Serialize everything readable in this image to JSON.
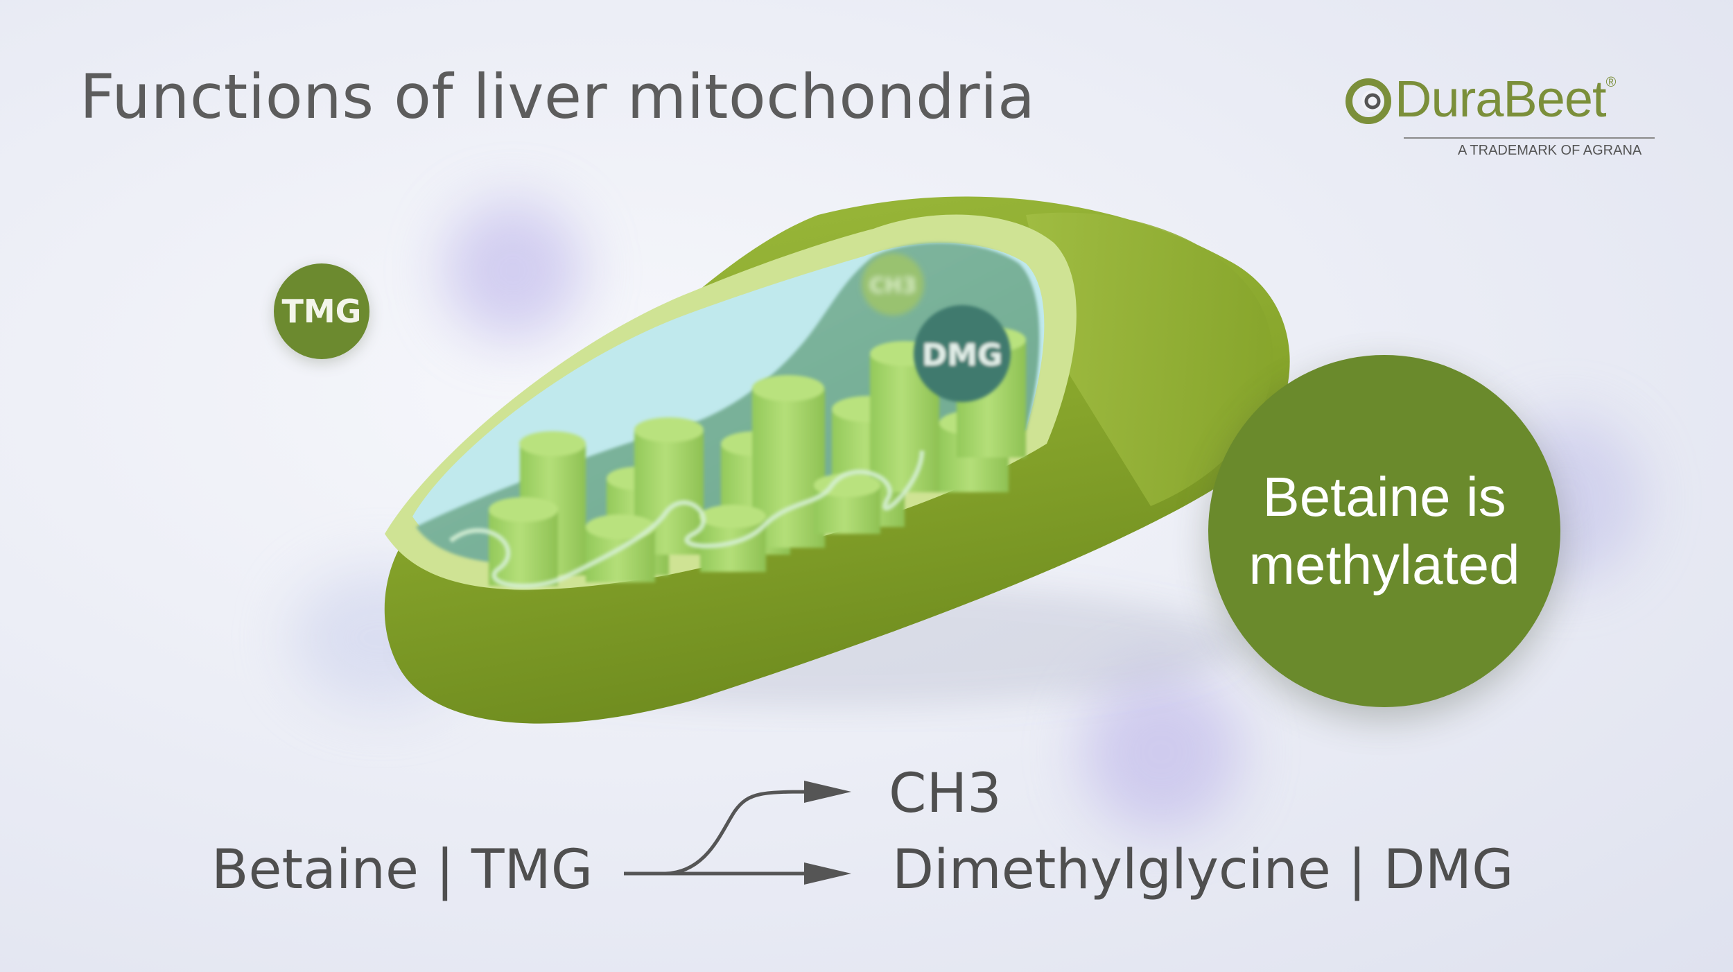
{
  "title": "Functions of liver mitochondria",
  "logo": {
    "brand": "DuraBeet",
    "registered": "®",
    "tagline": "A TRADEMARK OF AGRANA",
    "brand_color": "#7b8f3a"
  },
  "labels": {
    "tmg_bubble": "TMG",
    "inner_ch3": "CH3",
    "inner_dmg": "DMG",
    "highlight": "Betaine is methylated"
  },
  "equation": {
    "reactant": "Betaine | TMG",
    "product_1": "CH3",
    "product_2": "Dimethylglycine | DMG"
  },
  "colors": {
    "membrane_outer": "#8aa82e",
    "membrane_inner": "#c7df8a",
    "matrix": "#7fb49a",
    "cristae": "#a8d86a",
    "bubble_green": "#6a8a2c",
    "dmg_bubble": "#3f7a6e",
    "text_gray": "#4f4f4f"
  }
}
